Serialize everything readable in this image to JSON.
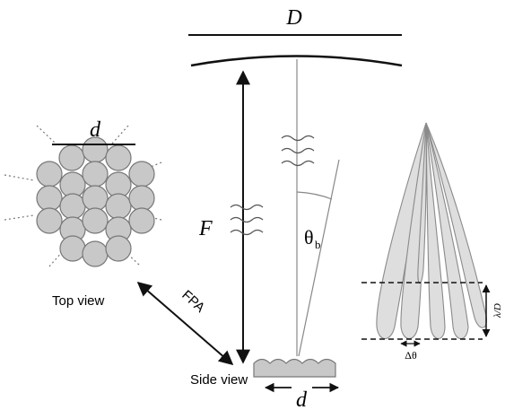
{
  "labels": {
    "aperture": "D",
    "pitch_top": "d",
    "focal_length": "F",
    "angle": "θ",
    "angle_subscript": "b",
    "top_view": "Top view",
    "fpa": "FPA",
    "side_view": "Side view",
    "pitch_bottom": "d",
    "delta_theta": "Δθ",
    "beam_width": "λ/D"
  },
  "colors": {
    "stroke": "#111111",
    "thin_stroke": "#888888",
    "feed_fill": "#c8c8c8",
    "feed_stroke": "#777777",
    "beam_fill": "#dedede",
    "beam_stroke": "#8a8a8a"
  }
}
